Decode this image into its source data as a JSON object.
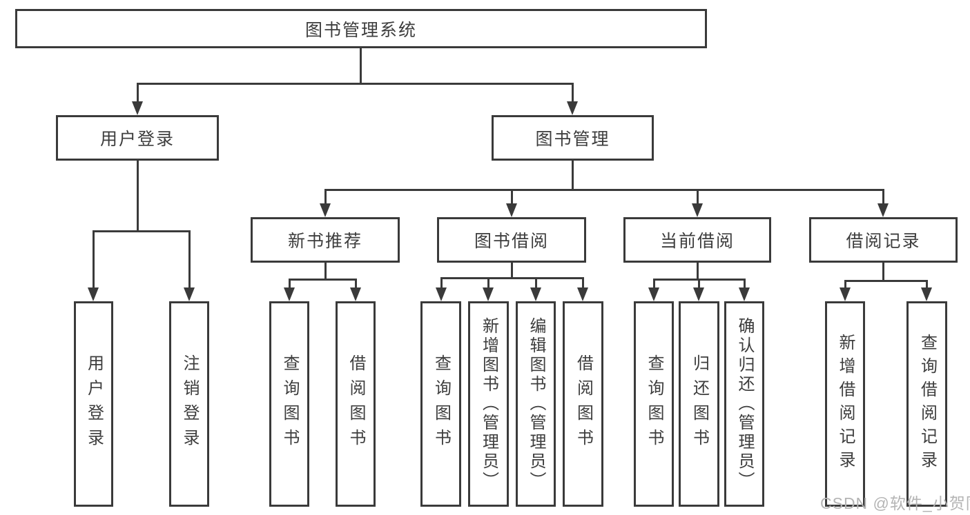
{
  "diagram_title": "图书管理系统",
  "tree": {
    "label": "图书管理系统",
    "children": [
      {
        "label": "用户登录",
        "children": [
          {
            "label": "用户登录"
          },
          {
            "label": "注销登录"
          }
        ]
      },
      {
        "label": "图书管理",
        "children": [
          {
            "label": "新书推荐",
            "children": [
              {
                "label": "查询图书"
              },
              {
                "label": "借阅图书"
              }
            ]
          },
          {
            "label": "图书借阅",
            "children": [
              {
                "label": "查询图书"
              },
              {
                "label": "新增图书（管理员）"
              },
              {
                "label": "编辑图书（管理员）"
              },
              {
                "label": "借阅图书"
              }
            ]
          },
          {
            "label": "当前借阅",
            "children": [
              {
                "label": "查询图书"
              },
              {
                "label": "归还图书"
              },
              {
                "label": "确认归还（管理员）"
              }
            ]
          },
          {
            "label": "借阅记录",
            "children": [
              {
                "label": "新增借阅记录"
              },
              {
                "label": "查询借阅记录"
              }
            ]
          }
        ]
      }
    ]
  },
  "watermark": {
    "text": "CSDN @软件_小贺同学"
  },
  "colors": {
    "line": "#3a3a3a",
    "text": "#3d3d3d",
    "box_background": "#ffffff",
    "watermark": "#b4b4b4",
    "background": "#ffffff"
  }
}
